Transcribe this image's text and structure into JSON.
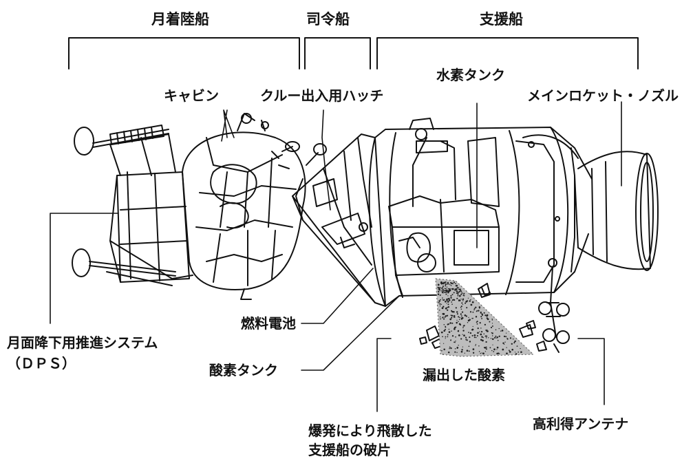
{
  "sections": {
    "lunar_module": "月着陸船",
    "command_module": "司令船",
    "service_module": "支援船"
  },
  "labels": {
    "cabin": "キャビン",
    "crew_hatch": "クルー出入用ハッチ",
    "hydrogen_tank": "水素タンク",
    "main_rocket_nozzle": "メインロケット・ノズル",
    "dps_line1": "月面降下用推進システム",
    "dps_line2": "（ＤＰＳ）",
    "fuel_cell": "燃料電池",
    "oxygen_tank": "酸素タンク",
    "leaked_oxygen": "漏出した酸素",
    "debris_line1": "爆発により飛散した",
    "debris_line2": "支援船の破片",
    "high_gain_antenna": "高利得アンテナ"
  },
  "colors": {
    "ink": "#111111",
    "background": "#ffffff",
    "accent_text": "#7a1a1a"
  }
}
